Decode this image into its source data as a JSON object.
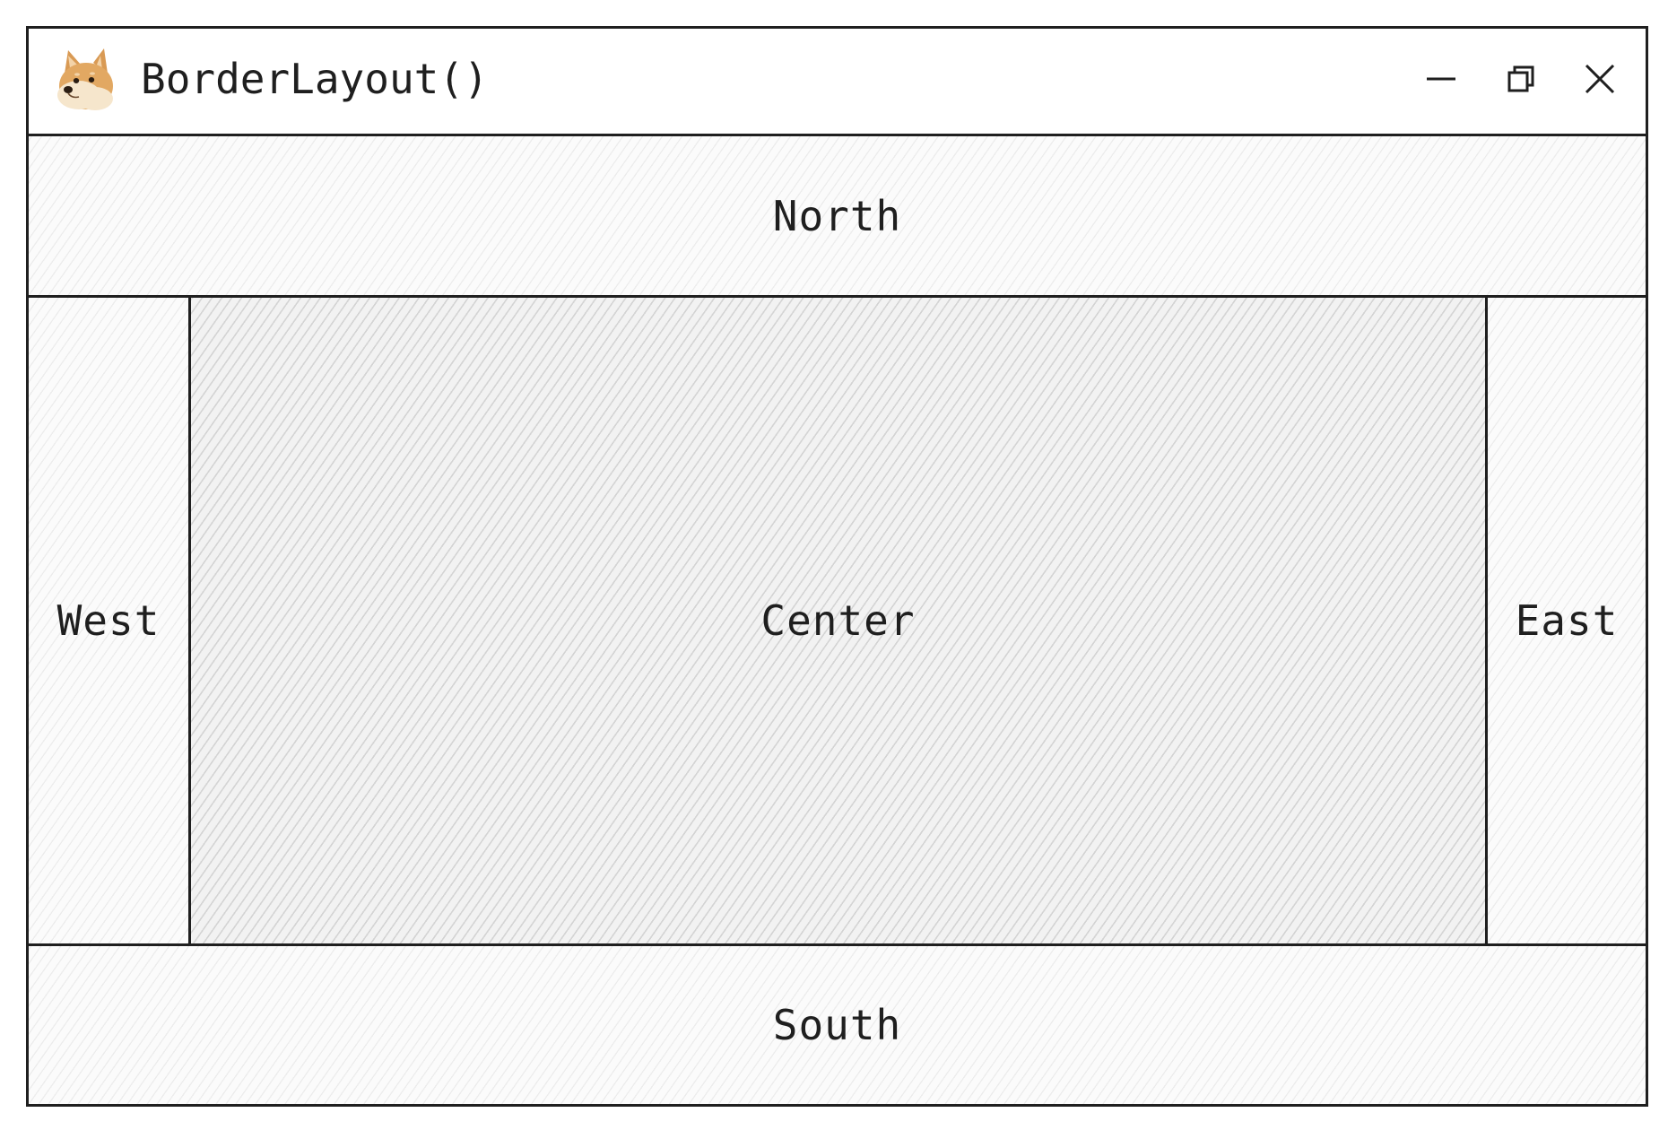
{
  "window": {
    "title": "BorderLayout()",
    "app_icon": "shiba-dog-icon",
    "controls": [
      "minimize-icon",
      "restore-icon",
      "close-icon"
    ]
  },
  "regions": {
    "north": "North",
    "west": "West",
    "center": "Center",
    "east": "East",
    "south": "South"
  },
  "colors": {
    "border": "#1f1f1f",
    "hatch_light": "#ececec",
    "hatch_dark": "#d4d4d4"
  }
}
